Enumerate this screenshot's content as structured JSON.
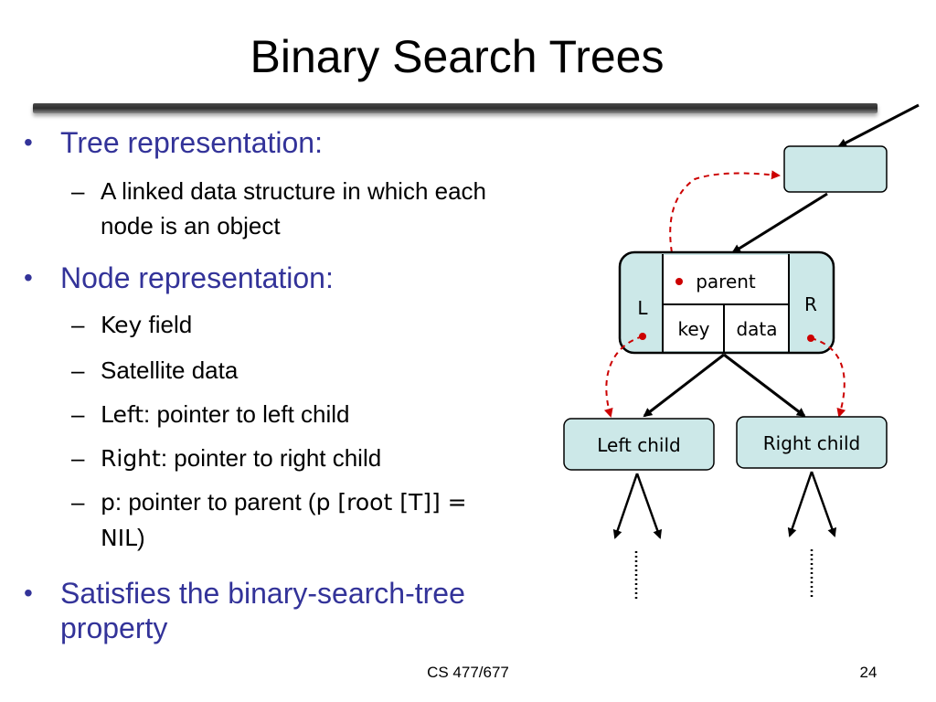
{
  "slide": {
    "title": "Binary Search Trees",
    "footer_course": "CS 477/677",
    "page_number": "24"
  },
  "bullets": [
    {
      "text": "Tree representation:",
      "sub": [
        {
          "line1": "A linked data structure in which each",
          "line2": "node is an object"
        }
      ]
    },
    {
      "text": "Node representation:",
      "sub": [
        {
          "code": "Key",
          "rest": " field"
        },
        {
          "rest": "Satellite data"
        },
        {
          "code": "Left",
          "rest": ": pointer to left child"
        },
        {
          "code": "Right",
          "rest": ": pointer to right child"
        },
        {
          "code": "p",
          "rest": ": pointer to parent (",
          "code2": "p [root [T]] =",
          "line2": "NIL",
          "end": ")"
        }
      ]
    },
    {
      "line1": "Satisfies the binary-search-tree",
      "line2": "property"
    }
  ],
  "diagram": {
    "node_fields": {
      "left": "L",
      "parent": "parent",
      "right": "R",
      "key": "key",
      "data": "data"
    },
    "left_child": "Left child",
    "right_child": "Right child",
    "colors": {
      "box_fill": "#cce8e8",
      "line": "#000000",
      "dashed_pointer": "#cc0000"
    }
  }
}
